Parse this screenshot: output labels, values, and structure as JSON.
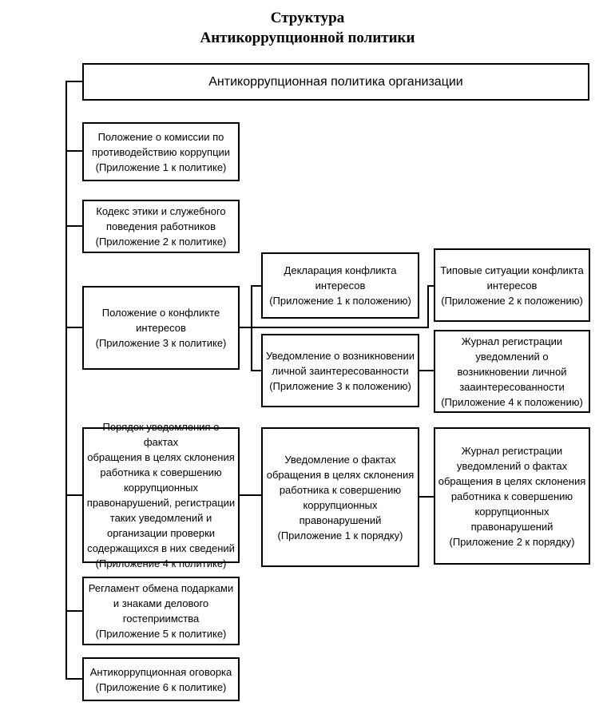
{
  "title": "Структура\nАнтикоррупционной политики",
  "colors": {
    "line": "#000000",
    "background": "#ffffff",
    "text": "#000000"
  },
  "boxes": {
    "root": "Антикоррупционная политика организации",
    "commission": "Положение о комиссии по\nпротиводействию коррупции\n(Приложение 1 к политике)",
    "ethics_code": "Кодекс этики и служебного\nповедения работников\n(Приложение 2 к политике)",
    "conflict_regulation": "Положение о конфликте\nинтересов\n(Приложение 3 к политике)",
    "notification_procedure": "Порядок уведомления о фактах\nобращения в целях склонения\nработника к совершению\nкоррупционных\nправонарушений, регистрации\nтаких уведомлений и\nорганизации проверки\nсодержащихся в них сведений\n(Приложение 4 к политике)",
    "gifts_regulation": "Регламент обмена подарками\nи знаками делового\nгостеприимства\n(Приложение 5 к политике)",
    "anticorruption_clause": "Антикоррупционная оговорка\n(Приложение 6 к политике)",
    "conflict_declaration": "Декларация конфликта\nинтересов\n(Приложение 1 к положению)",
    "typical_situations": "Типовые ситуации конфликта\nинтересов\n(Приложение 2 к положению)",
    "personal_interest_notice": "Уведомление о возникновении\nличной заинтересованности\n(Приложение 3 к положению)",
    "personal_interest_journal": "Журнал регистрации\nуведомлений о\nвозникновении личной\nзааинтересованности\n(Приложение 4 к положению)",
    "inducement_notice": "Уведомление о фактах\nобращения в целях склонения\nработника к совершению\nкоррупционных\nправонарушений\n(Приложение 1 к порядку)",
    "inducement_journal": "Журнал регистрации\nуведомлений о фактах\nобращения в целях склонения\nработника к совершению\nкоррупционных\nправонарушений\n(Приложение 2 к порядку)"
  }
}
